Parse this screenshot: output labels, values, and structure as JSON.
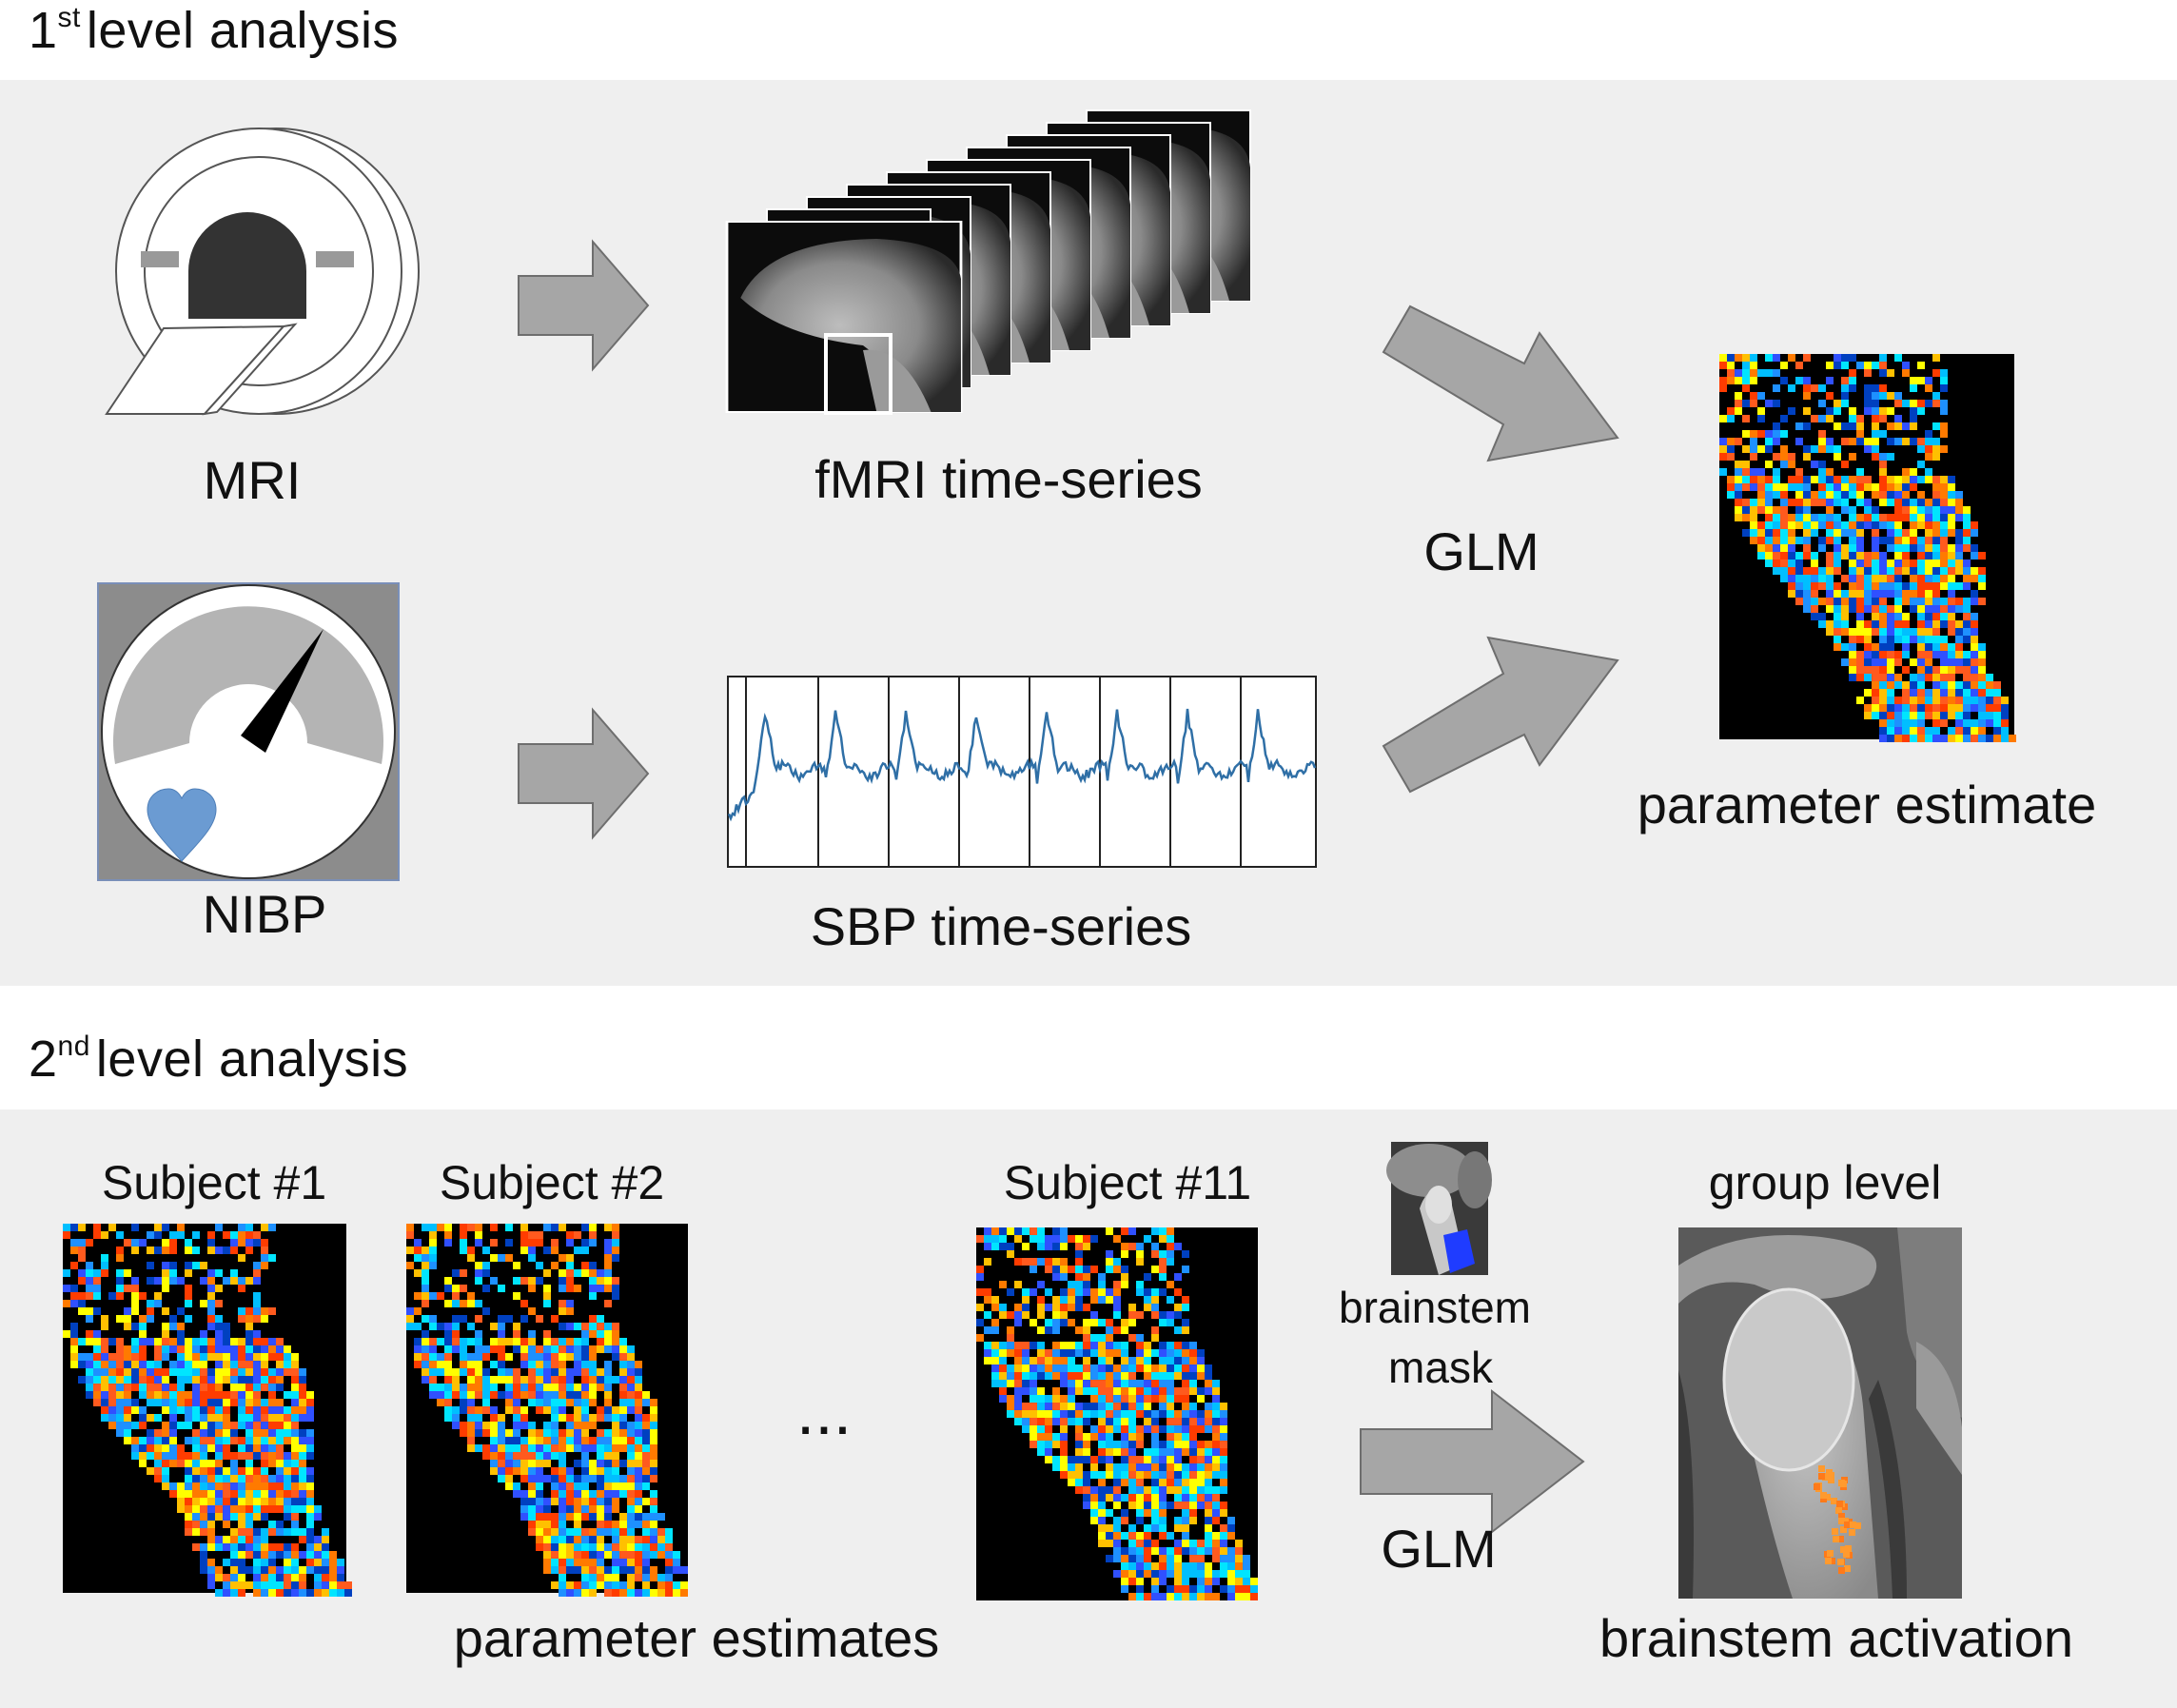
{
  "level1": {
    "title_number": "1",
    "title_super": "st",
    "title_rest": "level analysis",
    "mri_label": "MRI",
    "nibp_label": "NIBP",
    "fmri_label": "fMRI time-series",
    "sbp_label": "SBP time-series",
    "glm_label": "GLM",
    "estimate_label": "parameter estimate"
  },
  "level2": {
    "title_number": "2",
    "title_super": "nd",
    "title_rest": "level analysis",
    "subjects": [
      "Subject #1",
      "Subject #2",
      "Subject #11"
    ],
    "ellipsis": "...",
    "estimates_label": "parameter estimates",
    "mask_label_line1": "brainstem",
    "mask_label_line2": "mask",
    "glm_label": "GLM",
    "group_label": "group level",
    "activation_label": "brainstem activation"
  },
  "colors": {
    "panel_bg": "#efefef",
    "arrow_fill": "#a6a6a6",
    "heart": "#6b9bd2",
    "sbp_trace": "#2f6fa6",
    "mask_blue": "#1f3cff",
    "activation": "#ff7a1a"
  },
  "icons": [
    "mri-scanner-icon",
    "blood-pressure-gauge-icon",
    "heart-icon",
    "arrow-right-icon"
  ]
}
